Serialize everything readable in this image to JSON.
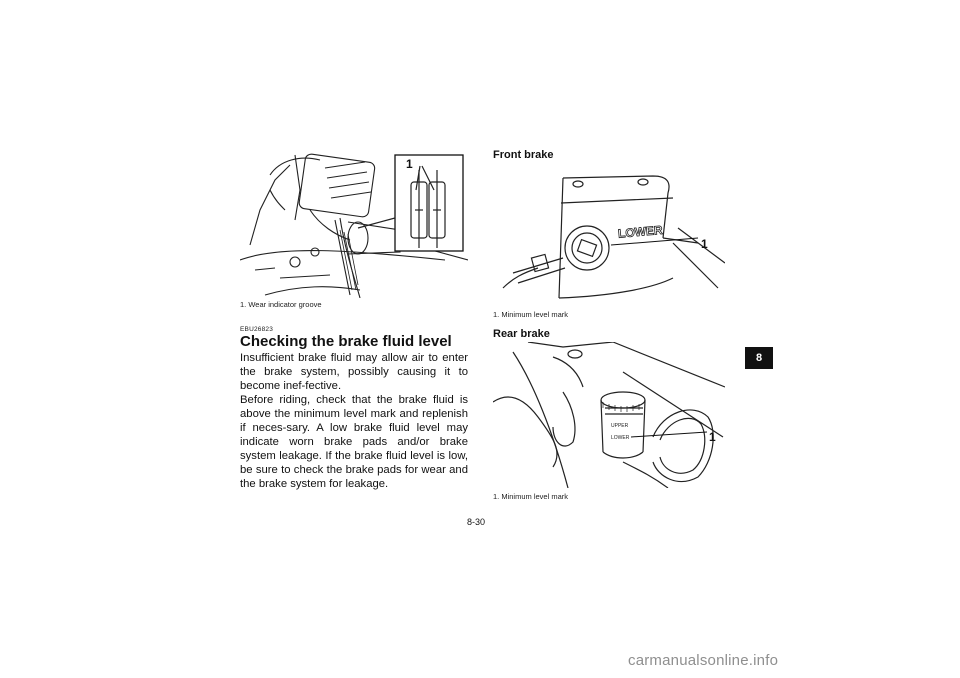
{
  "figures": {
    "caliper": {
      "callout": "1",
      "caption": "1. Wear indicator groove"
    },
    "front": {
      "label": "LOWER",
      "callout": "1",
      "caption": "1. Minimum level mark"
    },
    "rear": {
      "label_upper": "UPPER",
      "label_lower": "LOWER",
      "callout": "1",
      "caption": "1. Minimum level mark"
    }
  },
  "section": {
    "code": "EBU26823",
    "title": "Checking the brake fluid level",
    "paragraphs": [
      "Insufficient brake fluid may allow air to enter the brake system, possibly causing it to become inef-fective.",
      "Before riding, check that the brake fluid is above the minimum level mark and replenish if neces-sary. A low brake fluid level may indicate worn brake pads and/or brake system leakage. If the brake fluid level is low, be sure to check the brake pads for wear and the brake system for leakage."
    ]
  },
  "headings": {
    "front": "Front brake",
    "rear": "Rear brake"
  },
  "chapter_tab": "8",
  "page_number": "8-30",
  "watermark": "carmanualsonline.info"
}
